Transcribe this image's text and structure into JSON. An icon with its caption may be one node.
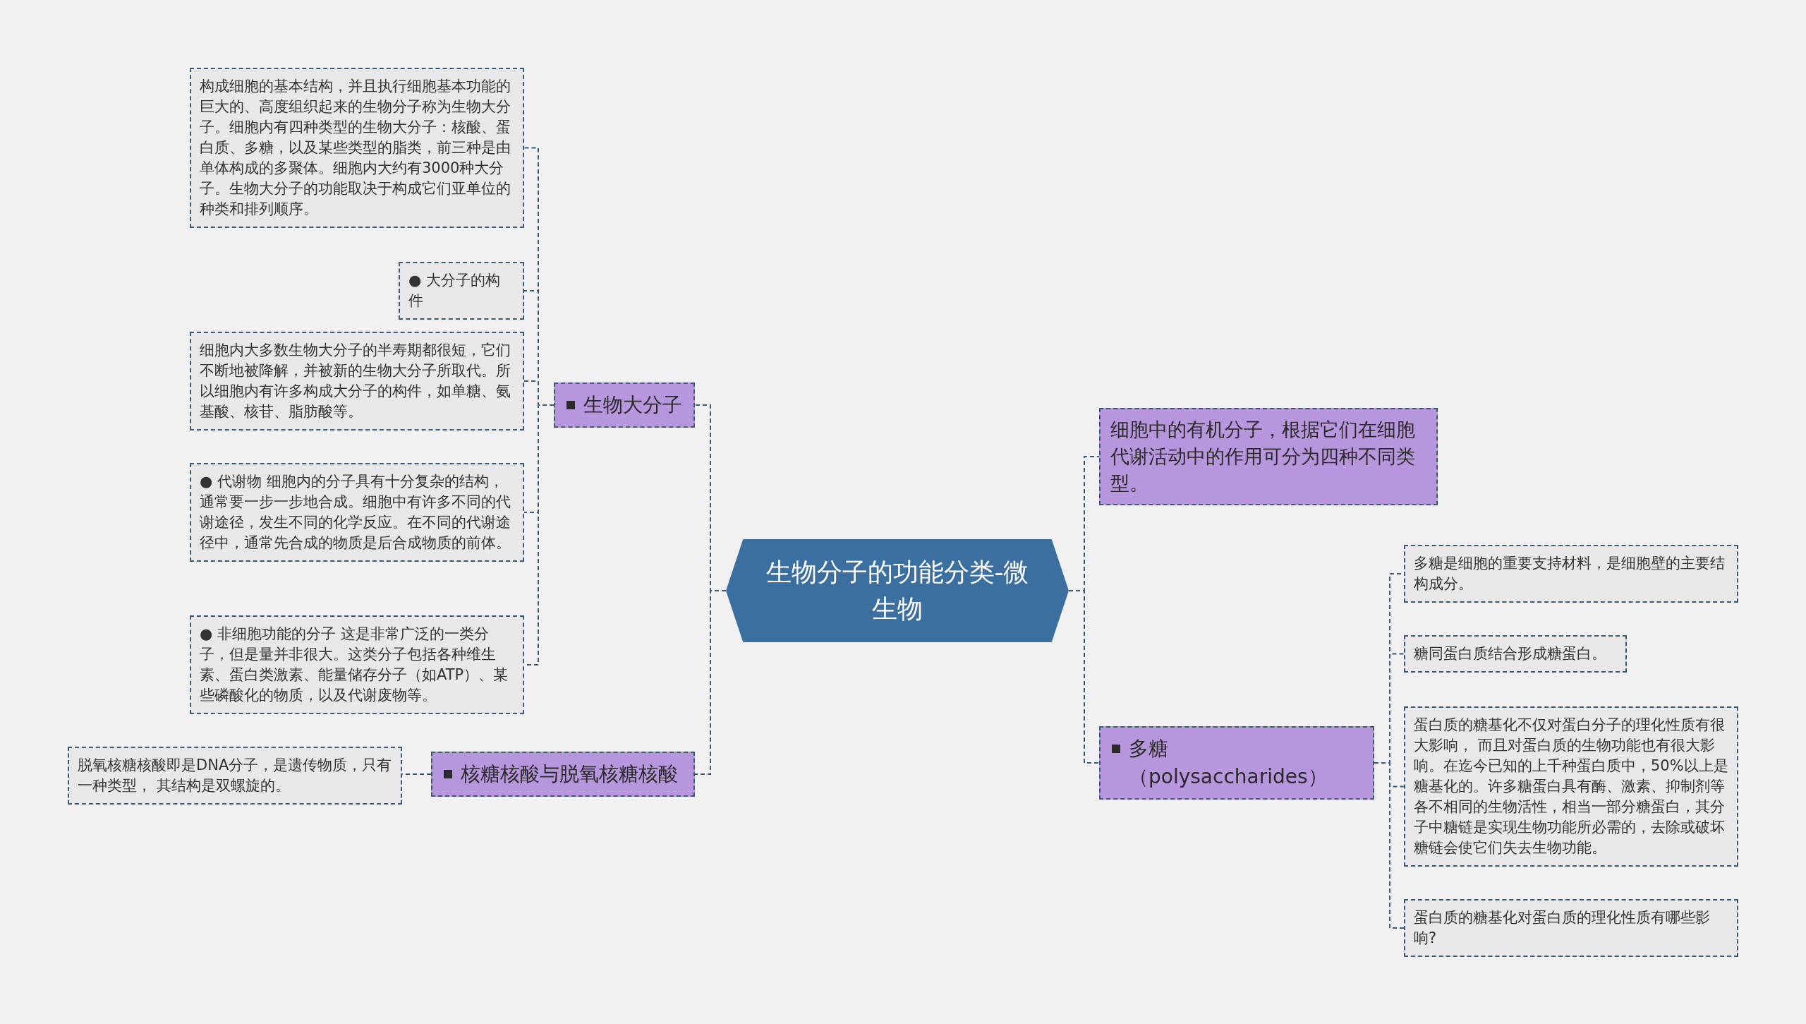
{
  "diagram": {
    "nodes": [
      {
        "text": [
          "生物分子的功能分类-微生物"
        ]
      },
      {
        "text": [
          "生物大分子"
        ]
      },
      {
        "text": [
          "构成细胞的基本结构，并且执行细胞基本功能的巨大的、高度组织起来的生物分子称为生物大分子。细胞内有四种类型的生物大分子：核酸、蛋白质、多糖，以及某些类型的脂类，前三种是由单体构成的多聚体。细胞内大约有3000种大分子。生物大分子的功能取决于构成它们亚单位的种类和排列顺序。"
        ]
      },
      {
        "text": [
          "● 大分子的构件"
        ]
      },
      {
        "text": [
          "细胞内大多数生物大分子的半寿期都很短，它们不断地被降解，并被新的生物大分子所取代。所以细胞内有许多构成大分子的构件，如单糖、氨基酸、核苷、脂肪酸等。"
        ]
      },
      {
        "text": [
          "● 代谢物 细胞内的分子具有十分复杂的结构，通常要一步一步地合成。细胞中有许多不同的代谢途径，发生不同的化学反应。在不同的代谢途径中，通常先合成的物质是后合成物质的前体。"
        ]
      },
      {
        "text": [
          "● 非细胞功能的分子 这是非常广泛的一类分子，但是量并非很大。这类分子包括各种维生素、蛋白类激素、能量储存分子（如ATP）、某些磷酸化的物质，以及代谢废物等。"
        ]
      },
      {
        "text": [
          "核糖核酸与脱氧核糖核酸"
        ]
      },
      {
        "text": [
          "脱氧核糖核酸即是DNA分子，是遗传物质，只有一种类型， 其结构是双螺旋的。"
        ]
      },
      {
        "text": [
          "细胞中的有机分子，根据它们在细胞代谢活动中的作用可分为四种不同类型。"
        ]
      },
      {
        "text": [
          "多糖（polysaccharides）"
        ]
      },
      {
        "text": [
          "多糖是细胞的重要支持材料，是细胞壁的主要结构成分。"
        ]
      },
      {
        "text": [
          "糖同蛋白质结合形成糖蛋白。"
        ]
      },
      {
        "text": [
          "蛋白质的糖基化不仅对蛋白分子的理化性质有很大影响， 而且对蛋白质的生物功能也有很大影响。在迄今已知的上千种蛋白质中，50%以上是糖基化的。许多糖蛋白具有酶、激素、抑制剂等各不相同的生物活性，相当一部分糖蛋白，其分子中糖链是实现生物功能所必需的，去除或破坏糖链会使它们失去生物功能。"
        ]
      },
      {
        "text": [
          "蛋白质的糖基化对蛋白质的理化性质有哪些影响?"
        ]
      }
    ],
    "edges": [
      {
        "from": 0,
        "to": 1,
        "arrow": "none"
      },
      {
        "from": 1,
        "to": 2,
        "arrow": "none"
      },
      {
        "from": 1,
        "to": 3,
        "arrow": "none"
      },
      {
        "from": 1,
        "to": 4,
        "arrow": "none"
      },
      {
        "from": 1,
        "to": 5,
        "arrow": "none"
      },
      {
        "from": 1,
        "to": 6,
        "arrow": "none"
      },
      {
        "from": 0,
        "to": 7,
        "arrow": "none"
      },
      {
        "from": 7,
        "to": 8,
        "arrow": "none"
      },
      {
        "from": 0,
        "to": 9,
        "arrow": "none"
      },
      {
        "from": 0,
        "to": 10,
        "arrow": "none"
      },
      {
        "from": 10,
        "to": 11,
        "arrow": "none"
      },
      {
        "from": 10,
        "to": 12,
        "arrow": "none"
      },
      {
        "from": 10,
        "to": 13,
        "arrow": "none"
      },
      {
        "from": 10,
        "to": 14,
        "arrow": "none"
      }
    ]
  }
}
